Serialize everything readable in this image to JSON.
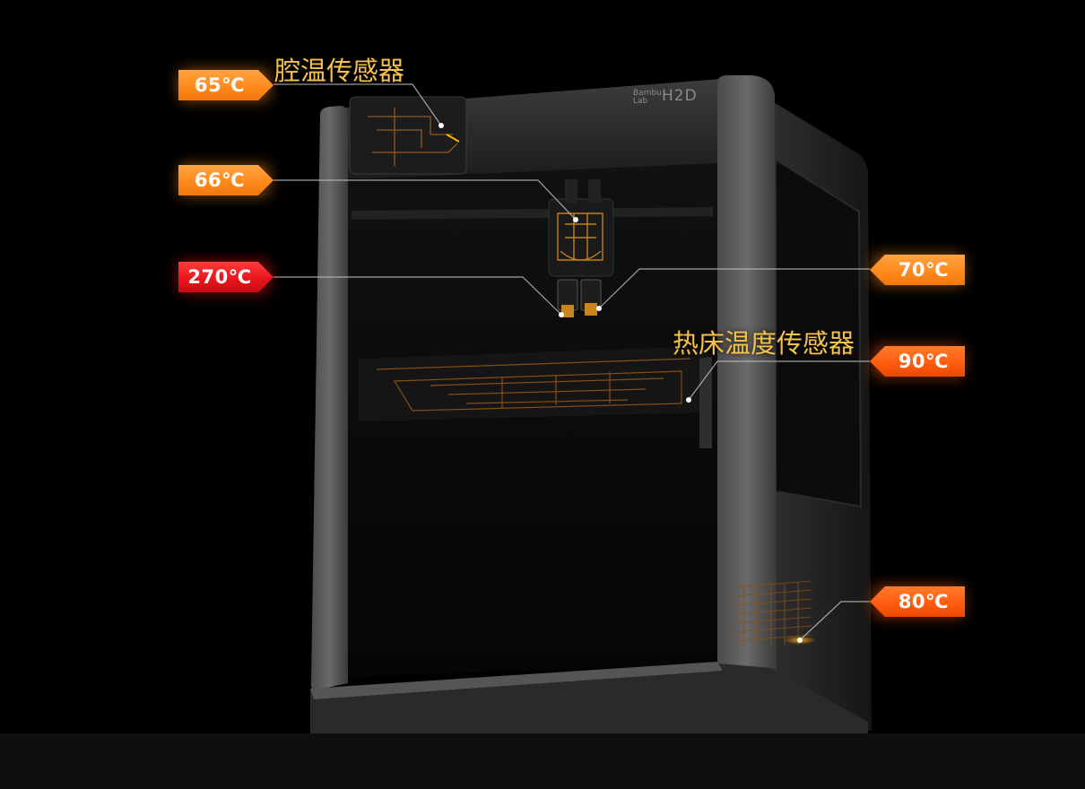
{
  "sensor_labels": {
    "chamber": "腔温传感器",
    "heatbed": "热床温度传感器"
  },
  "tags": {
    "t1": "65℃",
    "t2": "66℃",
    "t3": "270℃",
    "t4": "70℃",
    "t5": "90℃",
    "t6": "80℃"
  },
  "branding": {
    "maker_line1": "Bambu",
    "maker_line2": "Lab",
    "model": "H2D"
  },
  "colors": {
    "accent_orange": "#ff8a1c",
    "accent_red_orange": "#ff5a0e",
    "accent_red": "#e8141b",
    "label_yellow": "#f7c24a"
  }
}
